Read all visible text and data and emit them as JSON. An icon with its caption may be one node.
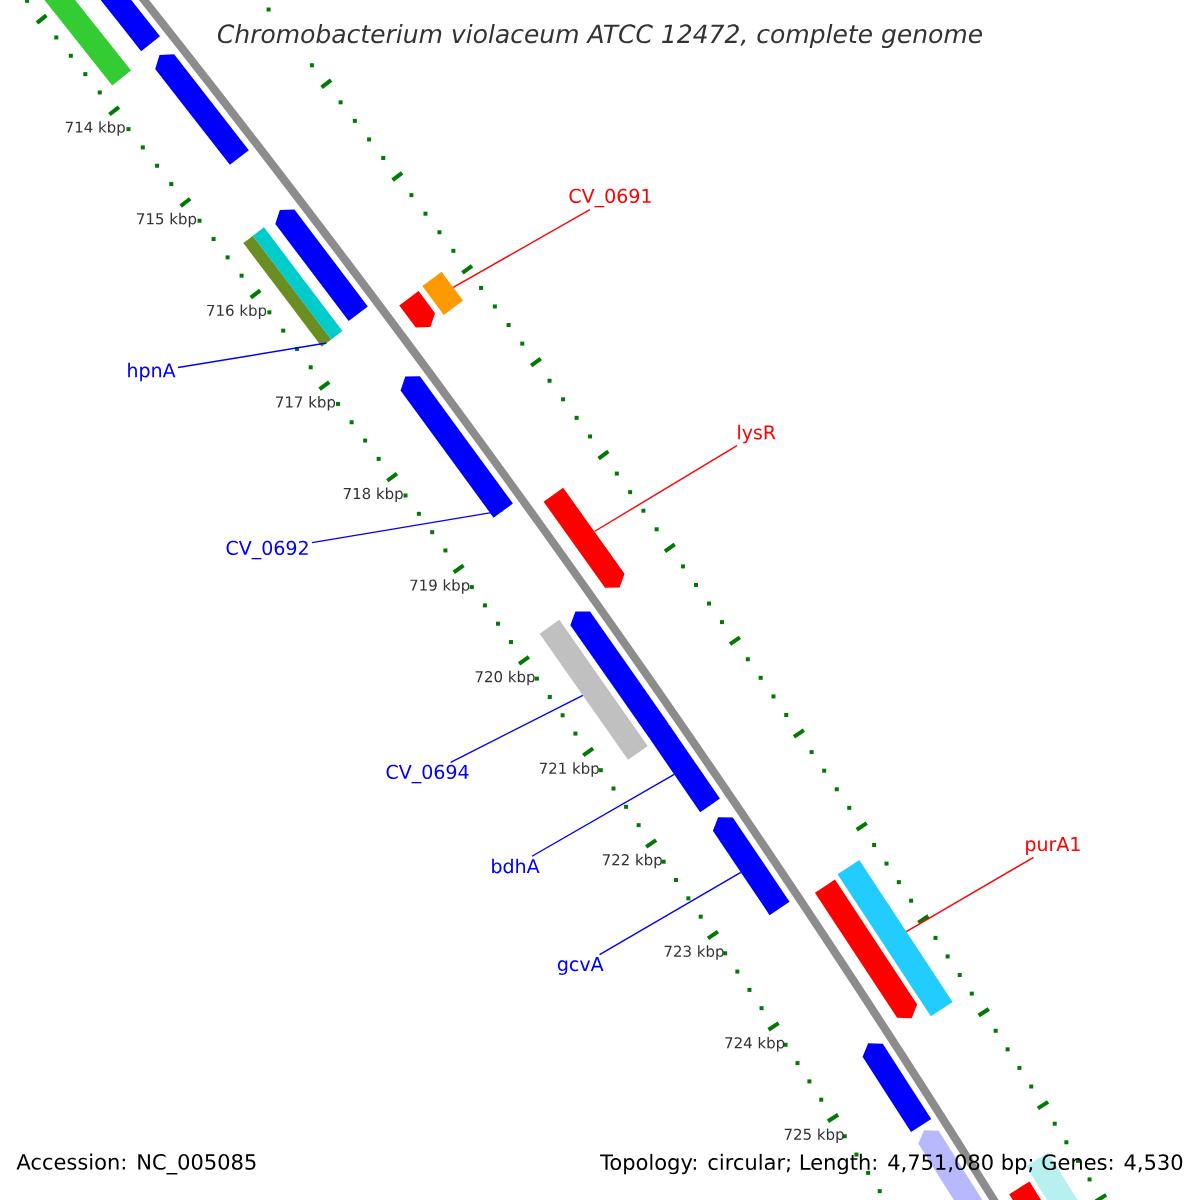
{
  "diagram": {
    "title": "Chromobacterium violaceum ATCC 12472, complete genome",
    "nodes": [
      {
        "text": [
          "CV_0691"
        ]
      },
      {
        "text": [],
        "shape": "bar"
      },
      {
        "text": [
          "hpnA"
        ]
      },
      {
        "text": [],
        "shape": "bar"
      },
      {
        "text": [
          "lysR"
        ]
      },
      {
        "text": [],
        "shape": "bar"
      },
      {
        "text": [
          "CV_0692"
        ]
      },
      {
        "text": [],
        "shape": "bar"
      },
      {
        "text": [
          "CV_0694"
        ]
      },
      {
        "text": [],
        "shape": "bar"
      },
      {
        "text": [
          "bdhA"
        ]
      },
      {
        "text": [],
        "shape": "bar"
      },
      {
        "text": [
          "purA1"
        ]
      },
      {
        "text": [],
        "shape": "bar"
      },
      {
        "text": [
          "gcvA"
        ]
      },
      {
        "text": [],
        "shape": "bar"
      },
      {
        "text": [],
        "shape": "bar"
      },
      {
        "text": [],
        "shape": "bar"
      },
      {
        "text": [],
        "shape": "bar"
      },
      {
        "text": [],
        "shape": "bar"
      },
      {
        "text": [],
        "shape": "bar"
      },
      {
        "text": [],
        "shape": "bar"
      },
      {
        "text": [],
        "shape": "bar"
      },
      {
        "text": [],
        "shape": "bar"
      },
      {
        "text": [],
        "shape": "bar"
      },
      {
        "text": [],
        "shape": "bar"
      },
      {
        "text": [],
        "shape": "bar"
      },
      {
        "text": [],
        "shape": "bar"
      }
    ],
    "edges": [
      {
        "from": 0,
        "to": 1,
        "arrow": "none",
        "color": "#ff0000"
      },
      {
        "from": 2,
        "to": 3,
        "arrow": "none"
      },
      {
        "from": 4,
        "to": 5,
        "arrow": "none",
        "color": "#ff0000"
      },
      {
        "from": 6,
        "to": 7,
        "arrow": "none"
      },
      {
        "from": 8,
        "to": 9,
        "arrow": "none"
      },
      {
        "from": 10,
        "to": 11,
        "arrow": "none"
      },
      {
        "from": 12,
        "to": 13,
        "arrow": "none",
        "color": "#ff0000"
      },
      {
        "from": 14,
        "to": 15,
        "arrow": "none"
      }
    ],
    "labels": [
      "714 kbp",
      "715 kbp",
      "716 kbp",
      "717 kbp",
      "718 kbp",
      "719 kbp",
      "720 kbp",
      "721 kbp",
      "722 kbp",
      "723 kbp",
      "724 kbp",
      "725 kbp",
      "Accession: NC_005085",
      "Topology: circular; Length: 4,751,080 bp; Genes: 4,530"
    ]
  }
}
